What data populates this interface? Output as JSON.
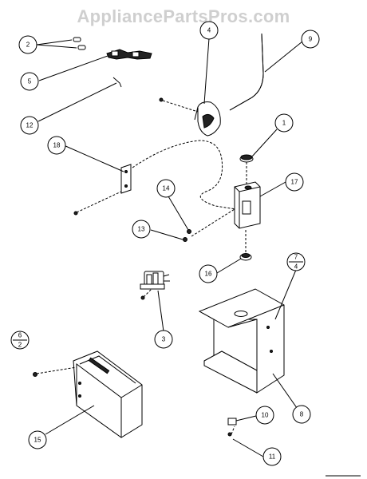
{
  "watermark": "AppliancePartsPros.com",
  "callouts": [
    {
      "id": "2",
      "label": "2"
    },
    {
      "id": "5",
      "label": "5"
    },
    {
      "id": "12",
      "label": "12"
    },
    {
      "id": "4",
      "label": "4"
    },
    {
      "id": "9",
      "label": "9"
    },
    {
      "id": "1",
      "label": "1"
    },
    {
      "id": "18",
      "label": "18"
    },
    {
      "id": "17",
      "label": "17"
    },
    {
      "id": "14",
      "label": "14"
    },
    {
      "id": "13",
      "label": "13"
    },
    {
      "id": "16",
      "label": "16"
    },
    {
      "id": "3",
      "label": "3"
    },
    {
      "id": "7-4",
      "label_top": "7",
      "label_bottom": "4"
    },
    {
      "id": "6-2",
      "label_top": "6",
      "label_bottom": "2"
    },
    {
      "id": "8",
      "label": "8"
    },
    {
      "id": "15",
      "label": "15"
    },
    {
      "id": "10",
      "label": "10"
    },
    {
      "id": "11",
      "label": "11"
    }
  ]
}
